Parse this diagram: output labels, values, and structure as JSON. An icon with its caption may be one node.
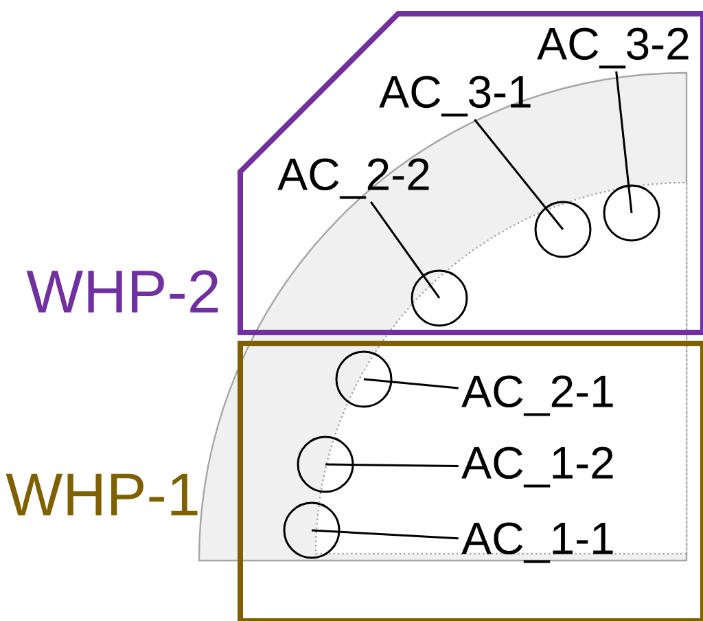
{
  "diagram": {
    "nodes": [
      {
        "text": [
          "WHP-2"
        ]
      },
      {
        "text": [
          "AC_3-2"
        ],
        "in": 0
      },
      {
        "text": [
          "AC_3-1"
        ],
        "in": 0
      },
      {
        "text": [
          "AC_2-2"
        ],
        "in": 0
      },
      {
        "text": [],
        "shape": "circle",
        "in": 0
      },
      {
        "text": [],
        "shape": "circle",
        "in": 0
      },
      {
        "text": [],
        "shape": "circle",
        "in": 0
      },
      {
        "text": [
          "WHP-1"
        ]
      },
      {
        "text": [
          "AC_2-1"
        ],
        "in": 7
      },
      {
        "text": [
          "AC_1-2"
        ],
        "in": 7
      },
      {
        "text": [
          "AC_1-1"
        ],
        "in": 7
      },
      {
        "text": [],
        "shape": "circle",
        "in": 7
      },
      {
        "text": [],
        "shape": "circle",
        "in": 7
      },
      {
        "text": [],
        "shape": "circle",
        "in": 7
      }
    ],
    "edges": [
      {
        "from": 1,
        "to": 6,
        "arrow": "none"
      },
      {
        "from": 2,
        "to": 5,
        "arrow": "none"
      },
      {
        "from": 3,
        "to": 4,
        "arrow": "none"
      },
      {
        "from": 8,
        "to": 11,
        "arrow": "none"
      },
      {
        "from": 9,
        "to": 12,
        "arrow": "none"
      },
      {
        "from": 10,
        "to": 13,
        "arrow": "none"
      }
    ]
  }
}
